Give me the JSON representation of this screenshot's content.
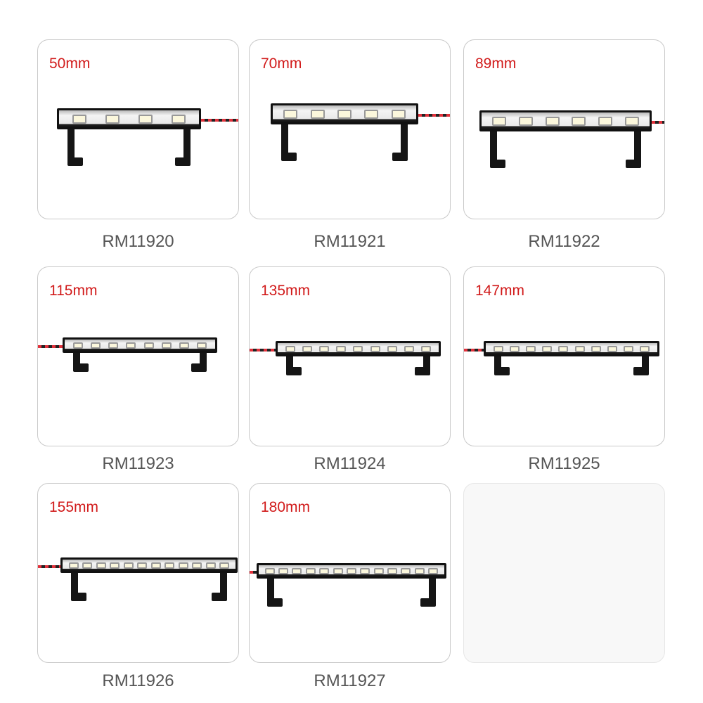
{
  "products": [
    {
      "size": "50mm",
      "model": "RM11920",
      "leds": 4
    },
    {
      "size": "70mm",
      "model": "RM11921",
      "leds": 5
    },
    {
      "size": "89mm",
      "model": "RM11922",
      "leds": 6
    },
    {
      "size": "115mm",
      "model": "RM11923",
      "leds": 8
    },
    {
      "size": "135mm",
      "model": "RM11924",
      "leds": 9
    },
    {
      "size": "147mm",
      "model": "RM11925",
      "leds": 10
    },
    {
      "size": "155mm",
      "model": "RM11926",
      "leds": 12
    },
    {
      "size": "180mm",
      "model": "RM11927",
      "leds": 13
    }
  ],
  "colors": {
    "size_text": "#d11a1a",
    "model_text": "#555555"
  }
}
